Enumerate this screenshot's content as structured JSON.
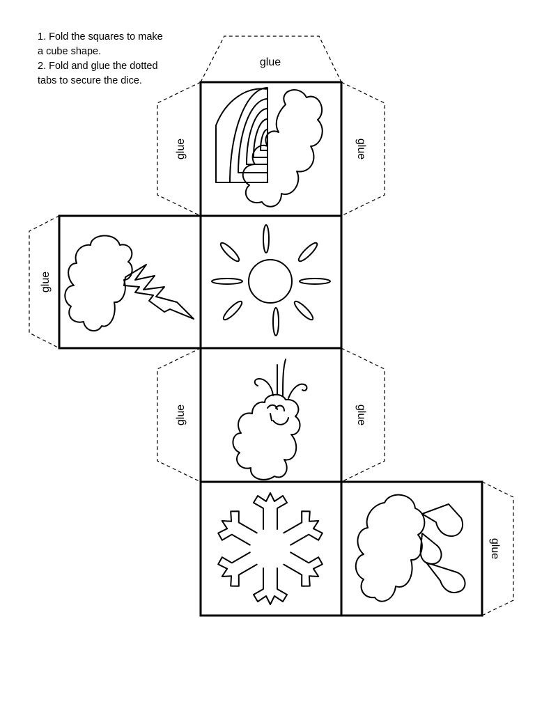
{
  "instructions": {
    "line1": "1. Fold the squares to make",
    "line2": "a cube shape.",
    "line3": "2. Fold and glue the dotted",
    "line4": "tabs to secure the dice."
  },
  "tab_label": "glue",
  "faces": [
    {
      "id": "rainbow-cloud",
      "icon": "rainbow-cloud-icon"
    },
    {
      "id": "storm",
      "icon": "lightning-cloud-icon"
    },
    {
      "id": "sun",
      "icon": "sun-icon"
    },
    {
      "id": "wind",
      "icon": "wind-cloud-icon"
    },
    {
      "id": "snow",
      "icon": "snowflake-icon"
    },
    {
      "id": "rain",
      "icon": "rain-cloud-icon"
    }
  ]
}
